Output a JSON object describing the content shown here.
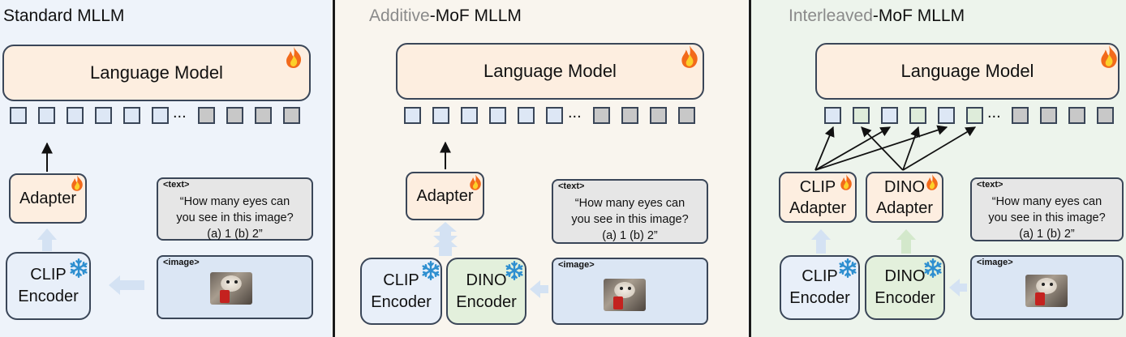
{
  "colors": {
    "panel1_bg": "#eef3fa",
    "panel2_bg": "#f9f5ee",
    "panel3_bg": "#edf4ec",
    "lm_fill": "#fdeee0",
    "clip_fill": "#e8eff9",
    "dino_fill": "#e3f0dc",
    "clip_token": "#dde7f5",
    "dino_token": "#deecda",
    "text_token": "#c8c8c8"
  },
  "icons": {
    "trainable": "fire-icon",
    "frozen": "snowflake-icon"
  },
  "panel1": {
    "title": "Standard MLLM",
    "lm_label": "Language Model",
    "ellipsis": "...",
    "adapter_label": "Adapter",
    "text_tag": "<text>",
    "question": "“How many eyes can\nyou see in this image?\n(a) 1 (b) 2”",
    "image_tag": "<image>",
    "clip_line1": "CLIP",
    "clip_line2": "Encoder"
  },
  "panel2": {
    "title_grey": "Additive",
    "title_rest": "-MoF MLLM",
    "lm_label": "Language Model",
    "ellipsis": "...",
    "adapter_label": "Adapter",
    "text_tag": "<text>",
    "question": "“How many eyes can\nyou see in this image?\n(a) 1 (b) 2”",
    "image_tag": "<image>",
    "clip_line1": "CLIP",
    "clip_line2": "Encoder",
    "dino_line1": "DINO",
    "dino_line2": "Encoder"
  },
  "panel3": {
    "title_grey": "Interleaved",
    "title_rest": "-MoF MLLM",
    "lm_label": "Language Model",
    "ellipsis": "...",
    "clip_adapter_line1": "CLIP",
    "clip_adapter_line2": "Adapter",
    "dino_adapter_line1": "DINO",
    "dino_adapter_line2": "Adapter",
    "text_tag": "<text>",
    "question": "“How many eyes can\nyou see in this image?\n(a) 1 (b) 2”",
    "image_tag": "<image>",
    "clip_line1": "CLIP",
    "clip_line2": "Encoder",
    "dino_line1": "DINO",
    "dino_line2": "Encoder"
  }
}
